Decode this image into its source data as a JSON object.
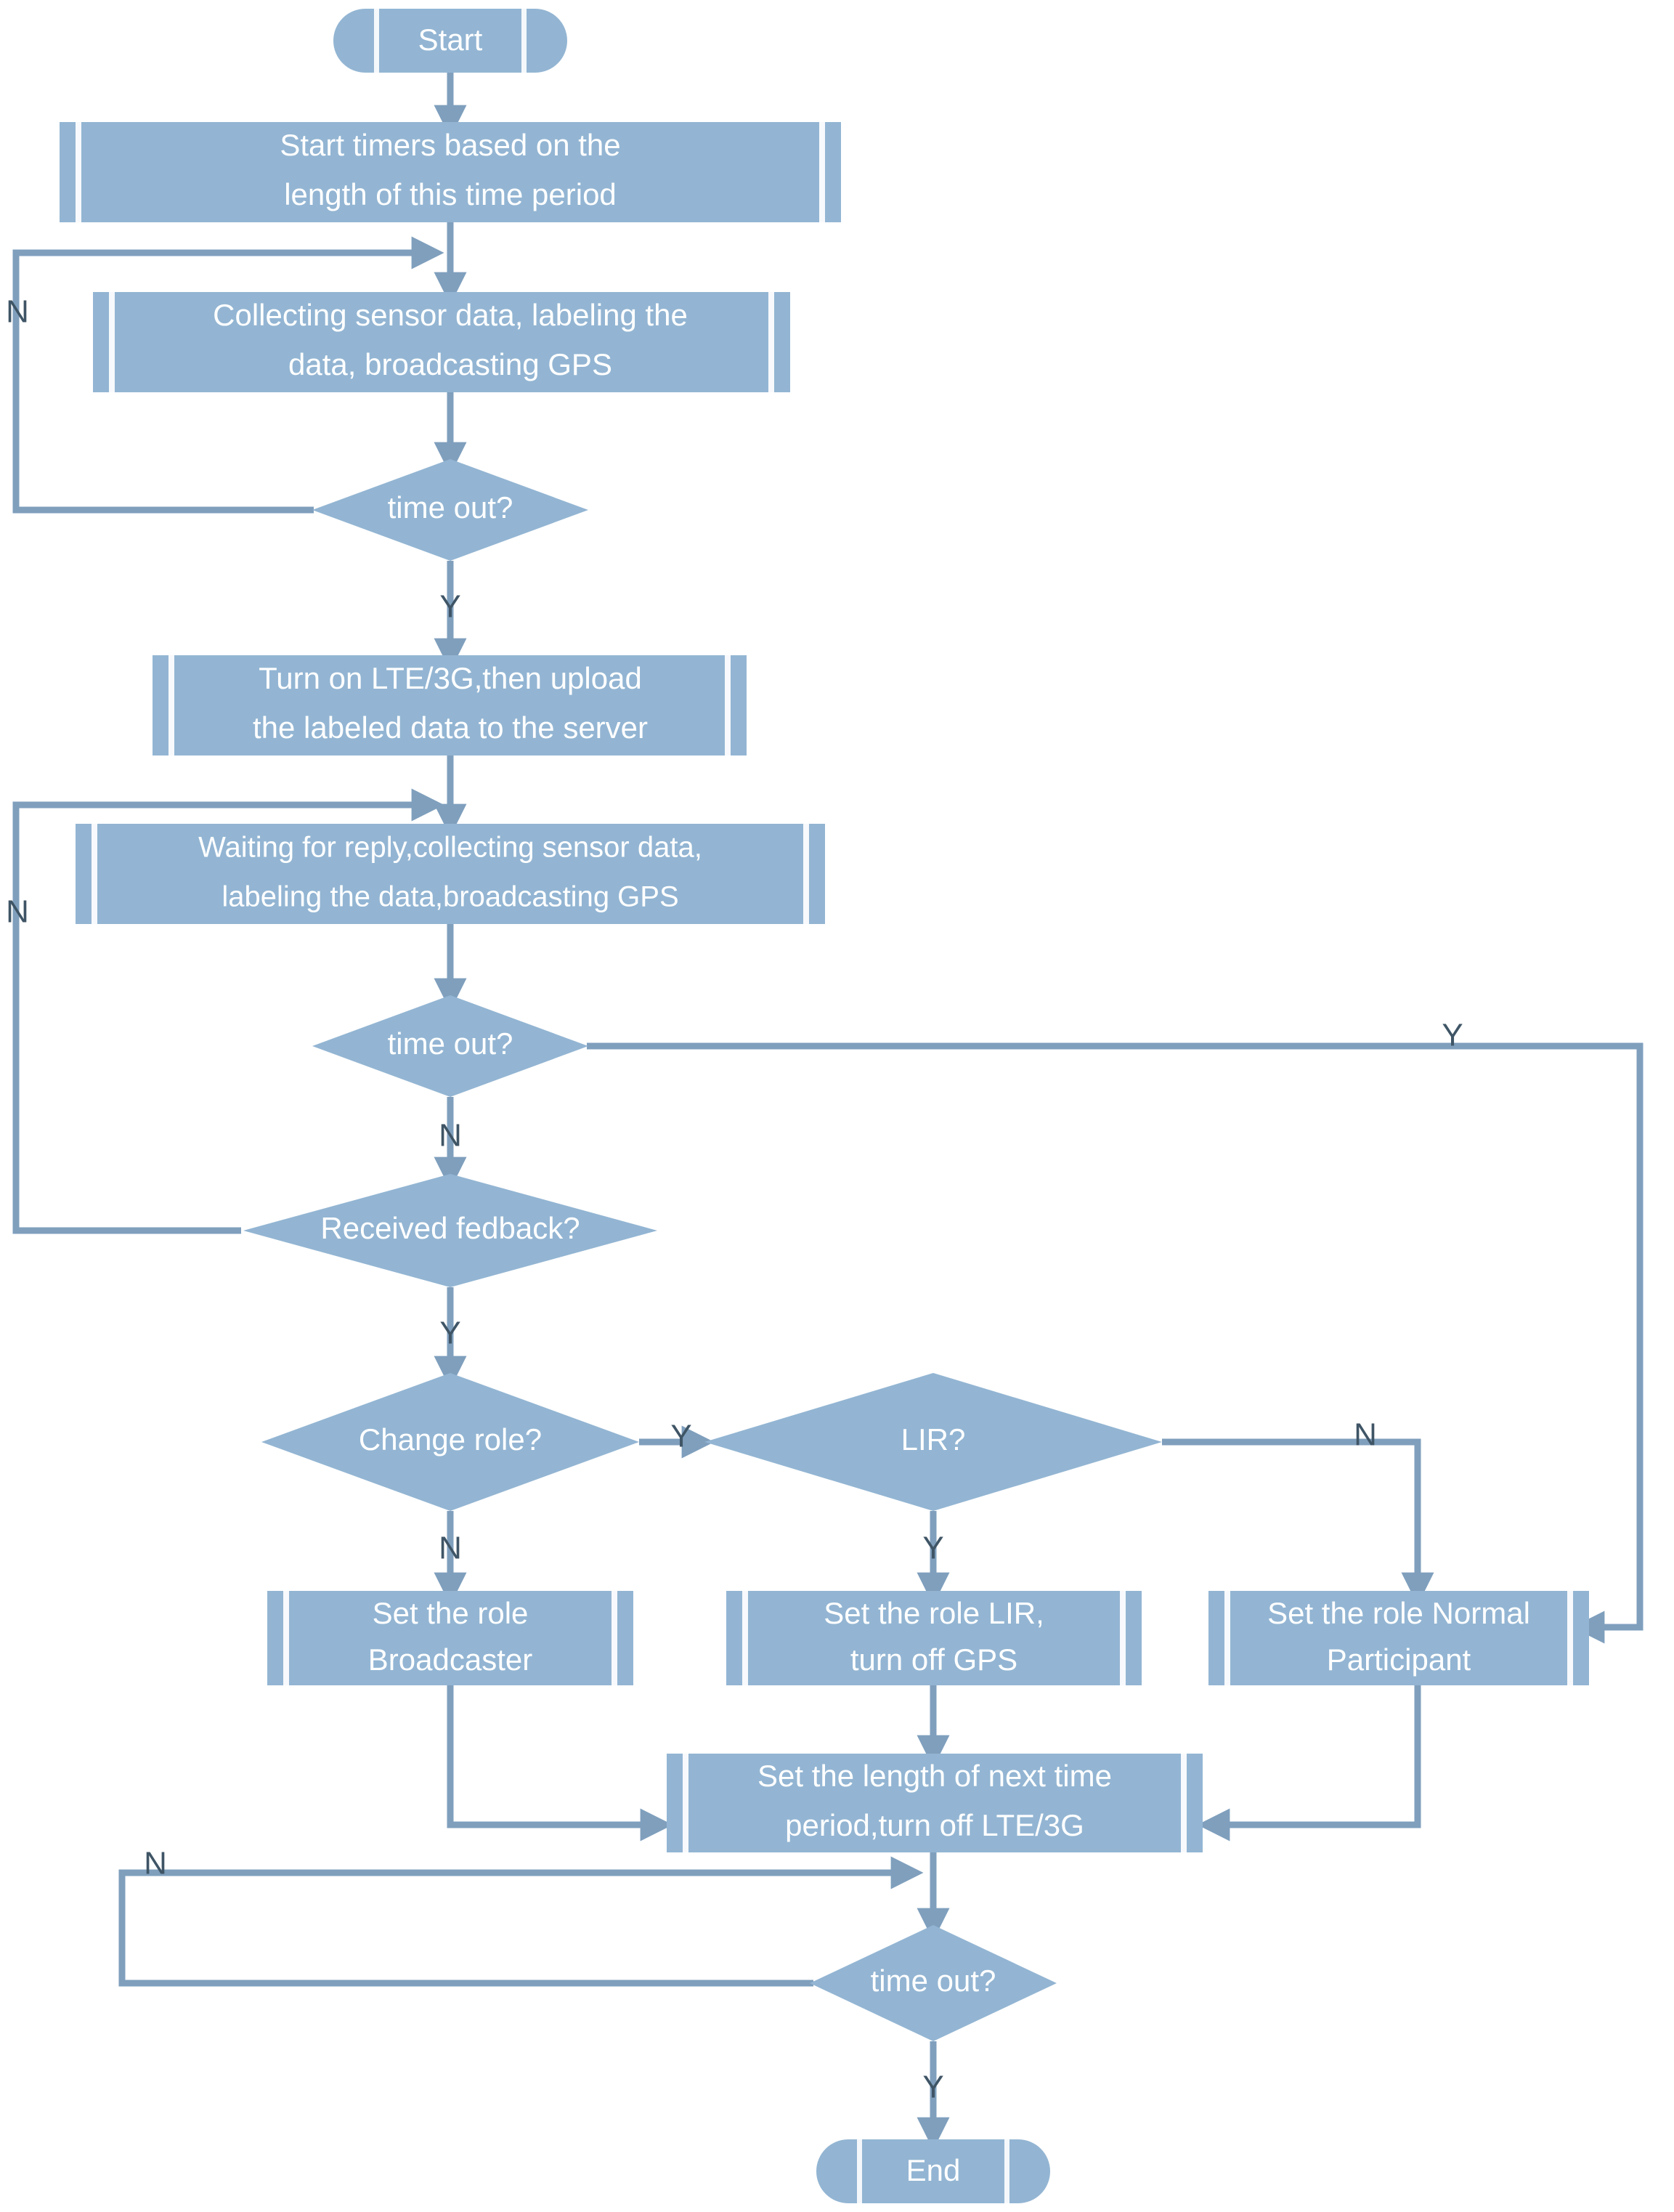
{
  "diagram": {
    "kind": "flowchart",
    "colors": {
      "node_fill": "#93b5d3",
      "node_text": "#ffffff",
      "edge_line": "#7f9fbd",
      "edge_label": "#3f5566",
      "background": "#ffffff"
    },
    "nodes": [
      {
        "id": "start",
        "type": "terminator",
        "label": "Start"
      },
      {
        "id": "start-timers",
        "type": "predefined-process",
        "label_line1": "Start timers based on the",
        "label_line2": "length of this time period"
      },
      {
        "id": "collect1",
        "type": "predefined-process",
        "label_line1": "Collecting sensor data, labeling the",
        "label_line2": "data, broadcasting GPS"
      },
      {
        "id": "timeout1",
        "type": "decision",
        "label": "time out?"
      },
      {
        "id": "upload",
        "type": "predefined-process",
        "label_line1": "Turn on LTE/3G,then upload",
        "label_line2": "the labeled data to the server"
      },
      {
        "id": "waiting",
        "type": "predefined-process",
        "label_line1": "Waiting for reply,collecting sensor data,",
        "label_line2": "labeling the data,broadcasting GPS"
      },
      {
        "id": "timeout2",
        "type": "decision",
        "label": "time out?"
      },
      {
        "id": "feedback",
        "type": "decision",
        "label": "Received  fedback?"
      },
      {
        "id": "changerole",
        "type": "decision",
        "label": "Change role?"
      },
      {
        "id": "lir",
        "type": "decision",
        "label": "LIR?"
      },
      {
        "id": "role-bc",
        "type": "predefined-process",
        "label_line1": "Set the role",
        "label_line2": "Broadcaster"
      },
      {
        "id": "role-lir",
        "type": "predefined-process",
        "label_line1": "Set the role LIR,",
        "label_line2": "turn off GPS"
      },
      {
        "id": "role-np",
        "type": "predefined-process",
        "label_line1": "Set the role Normal",
        "label_line2": "Participant"
      },
      {
        "id": "setlength",
        "type": "predefined-process",
        "label_line1": "Set the length of  next time",
        "label_line2": "period,turn off LTE/3G"
      },
      {
        "id": "timeout3",
        "type": "decision",
        "label": "time out?"
      },
      {
        "id": "end",
        "type": "terminator",
        "label": "End"
      }
    ],
    "edges": [
      {
        "from": "start",
        "to": "start-timers",
        "label": ""
      },
      {
        "from": "start-timers",
        "to": "collect1",
        "label": ""
      },
      {
        "from": "collect1",
        "to": "timeout1",
        "label": ""
      },
      {
        "from": "timeout1",
        "to": "collect1",
        "label": "N"
      },
      {
        "from": "timeout1",
        "to": "upload",
        "label": "Y"
      },
      {
        "from": "upload",
        "to": "waiting",
        "label": ""
      },
      {
        "from": "waiting",
        "to": "timeout2",
        "label": ""
      },
      {
        "from": "timeout2",
        "to": "role-np",
        "label": "Y"
      },
      {
        "from": "timeout2",
        "to": "feedback",
        "label": "N"
      },
      {
        "from": "feedback",
        "to": "waiting",
        "label": "N"
      },
      {
        "from": "feedback",
        "to": "changerole",
        "label": "Y"
      },
      {
        "from": "changerole",
        "to": "lir",
        "label": "Y"
      },
      {
        "from": "changerole",
        "to": "role-bc",
        "label": "N"
      },
      {
        "from": "lir",
        "to": "role-lir",
        "label": "Y"
      },
      {
        "from": "lir",
        "to": "role-np",
        "label": "N"
      },
      {
        "from": "role-bc",
        "to": "setlength",
        "label": ""
      },
      {
        "from": "role-lir",
        "to": "setlength",
        "label": ""
      },
      {
        "from": "role-np",
        "to": "setlength",
        "label": ""
      },
      {
        "from": "setlength",
        "to": "timeout3",
        "label": ""
      },
      {
        "from": "timeout3",
        "to": "setlength",
        "label": "N"
      },
      {
        "from": "timeout3",
        "to": "end",
        "label": "Y"
      }
    ],
    "edge_labels": {
      "timeout1_n": "N",
      "timeout1_y": "Y",
      "timeout2_y": "Y",
      "timeout2_n": "N",
      "feedback_n": "N",
      "feedback_y": "Y",
      "changerole_y": "Y",
      "changerole_n": "N",
      "lir_y": "Y",
      "lir_n": "N",
      "timeout3_n": "N",
      "timeout3_y": "Y"
    }
  }
}
